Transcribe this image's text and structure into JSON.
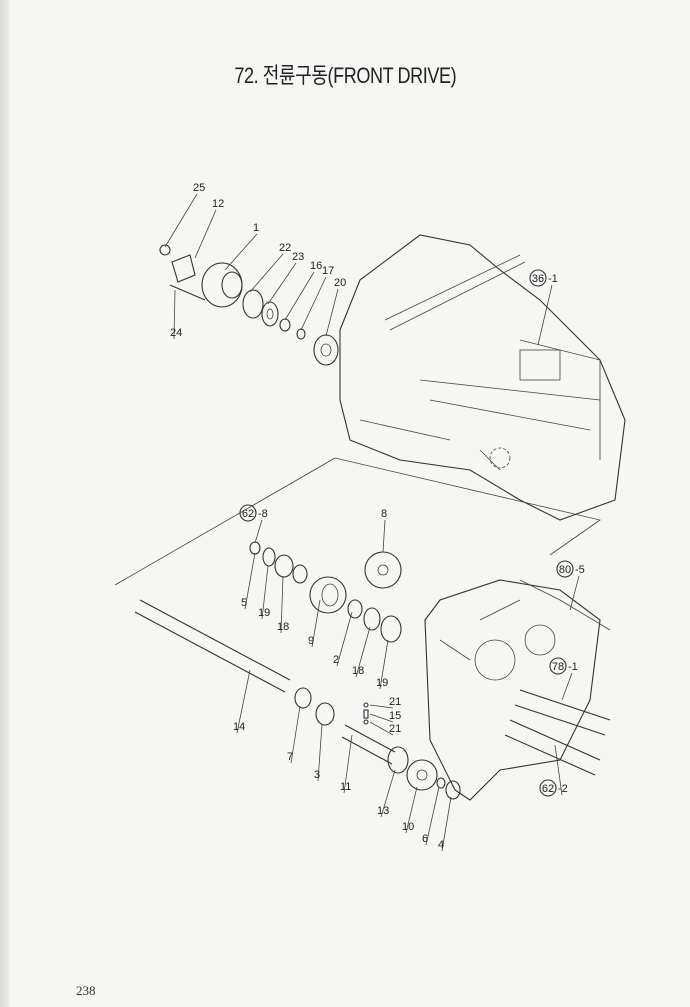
{
  "title": "72. 전륜구동(FRONT DRIVE)",
  "page_number": "238",
  "callouts": [
    {
      "text": "25"
    },
    {
      "text": "12"
    },
    {
      "text": "1"
    },
    {
      "text": "22"
    },
    {
      "text": "23"
    },
    {
      "text": "16"
    },
    {
      "text": "17"
    },
    {
      "text": "20"
    },
    {
      "text": "-1",
      "ref": "36"
    },
    {
      "text": "24"
    },
    {
      "text": "-8",
      "ref": "62"
    },
    {
      "text": "8"
    },
    {
      "text": "-5",
      "ref": "80"
    },
    {
      "text": "5"
    },
    {
      "text": "19"
    },
    {
      "text": "18"
    },
    {
      "text": "9"
    },
    {
      "text": "2"
    },
    {
      "text": "18"
    },
    {
      "text": "19"
    },
    {
      "text": "-1",
      "ref": "78"
    },
    {
      "text": "14"
    },
    {
      "text": "21"
    },
    {
      "text": "15"
    },
    {
      "text": "21"
    },
    {
      "text": "7"
    },
    {
      "text": "3"
    },
    {
      "text": "11"
    },
    {
      "text": "13"
    },
    {
      "text": "10"
    },
    {
      "text": "6"
    },
    {
      "text": "4"
    },
    {
      "text": "-2",
      "ref": "62"
    }
  ]
}
